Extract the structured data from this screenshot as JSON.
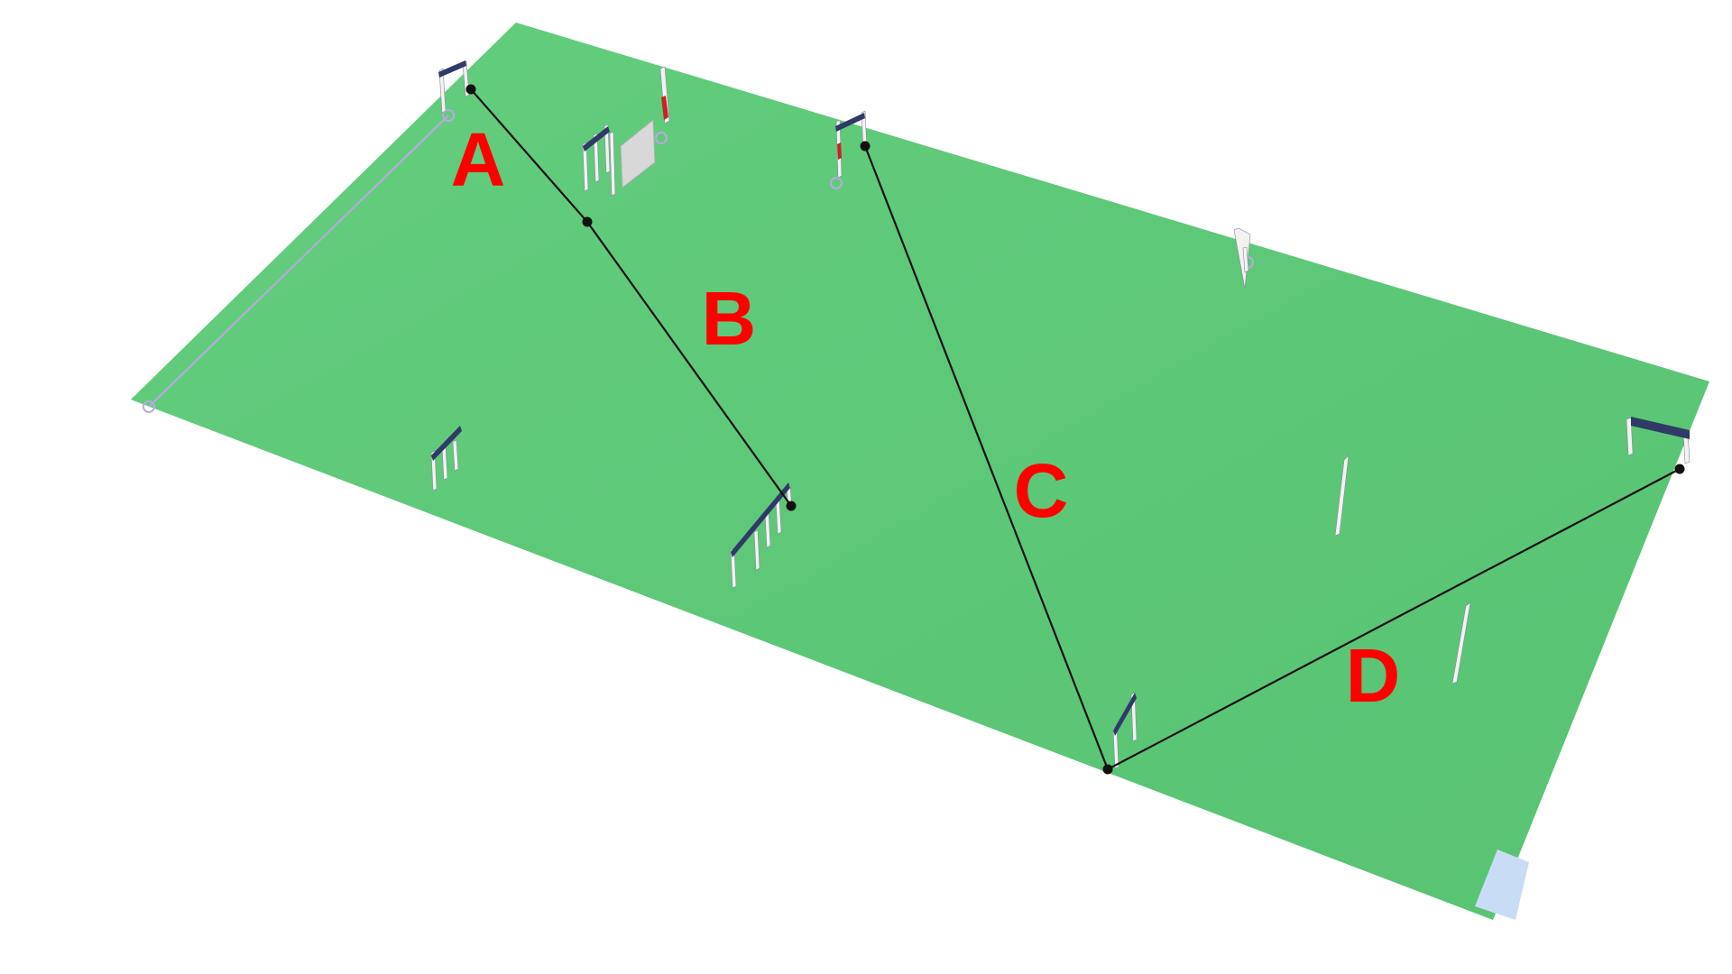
{
  "course": {
    "colors": {
      "field": "#5ccb78",
      "path": "#111111",
      "label": "#ff0000",
      "gate_post": "#f2f2f2",
      "gate_bar": "#2f3a66",
      "gate_accent": "#cc2222",
      "guide": "#b9a8e0",
      "corner": "#c9dcf5"
    },
    "segments": [
      {
        "label": "A"
      },
      {
        "label": "B"
      },
      {
        "label": "C"
      },
      {
        "label": "D"
      }
    ]
  }
}
